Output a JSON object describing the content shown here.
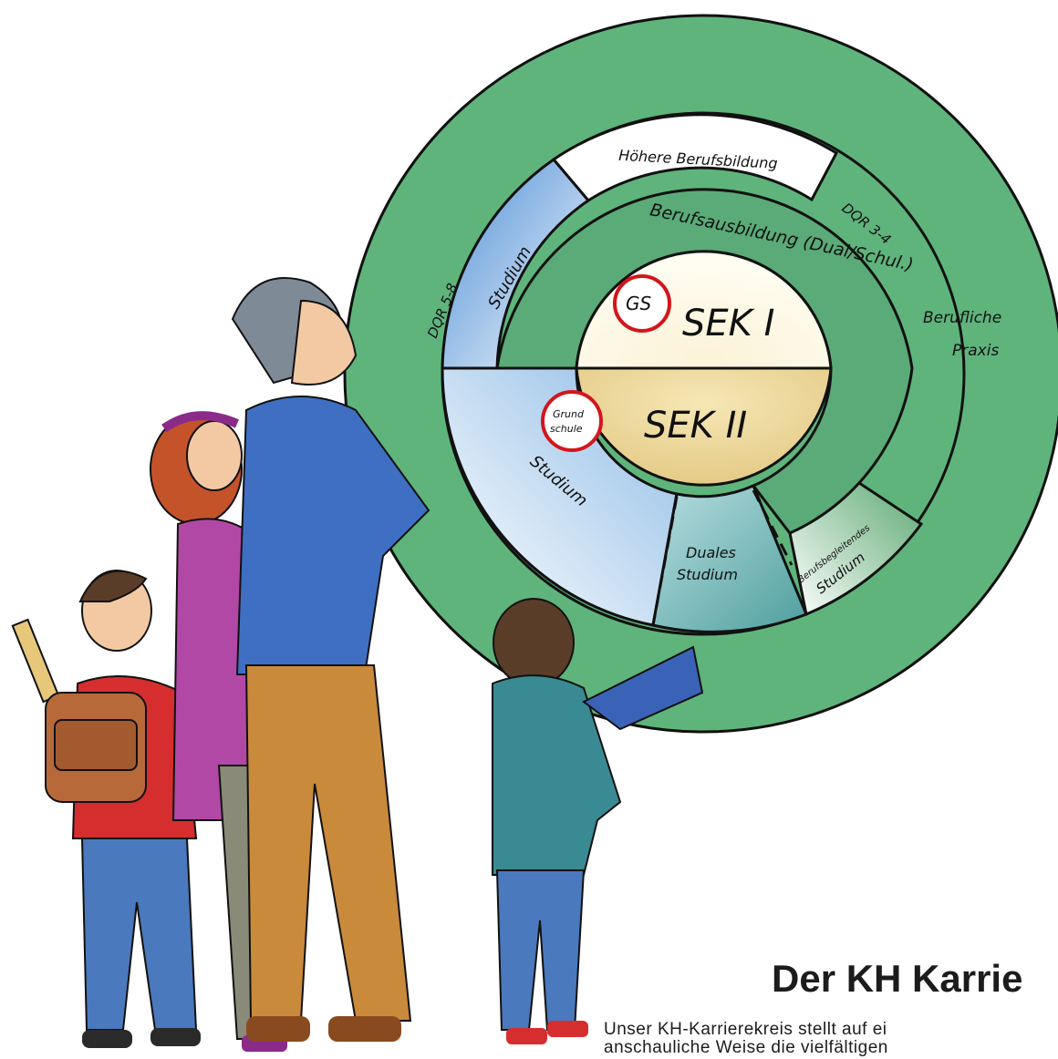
{
  "diagram": {
    "outer_ring": {
      "label_line1": "Berufliche",
      "label_line2": "Praxis",
      "color": "#5fb47c"
    },
    "top_band": {
      "label": "Höhere Berufsbildung"
    },
    "study_band": {
      "label": "Studium"
    },
    "dqr_left": "DQR 5-8",
    "dqr_right": "DQR 3-4",
    "vocational_ring": {
      "label": "Berufsausbildung (Dual/Schul.)"
    },
    "lower_study": {
      "label": "Studium"
    },
    "dual_study": {
      "label_line1": "Duales",
      "label_line2": "Studium"
    },
    "part_time_study": {
      "label_line1": "Berufsbegleitendes",
      "label_line2": "Studium"
    },
    "core_upper": {
      "label": "SEK I",
      "badge": "GS"
    },
    "core_lower": {
      "label": "SEK II",
      "badge_line1": "Grund",
      "badge_line2": "schule"
    }
  },
  "text": {
    "heading": "Der KH Karrie",
    "intro_line1": "Unser KH-Karrierekreis stellt auf ei",
    "intro_line2": "anschauliche Weise die vielfältigen"
  }
}
